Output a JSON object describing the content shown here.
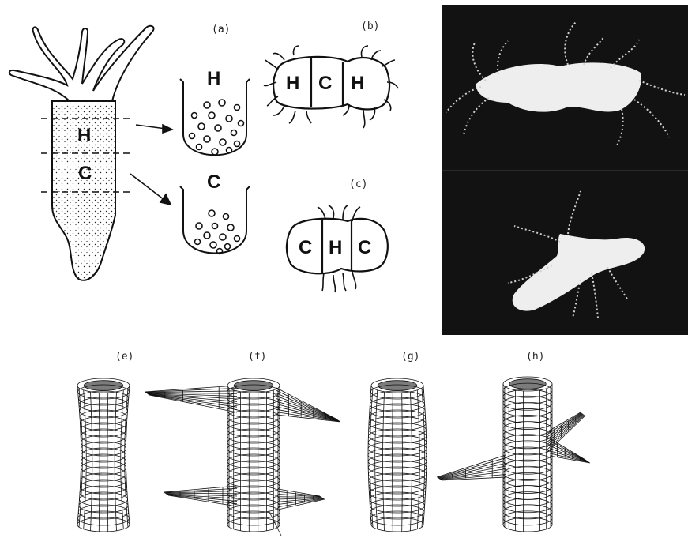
{
  "labels": {
    "a": "(a)",
    "b": "(b)",
    "c": "(c)",
    "e": "(e)",
    "f": "(f)",
    "g": "(g)",
    "h": "(h)"
  },
  "hydra": {
    "region_head": "H",
    "region_column": "C"
  },
  "tubes": {
    "head_tube": "H",
    "column_tube": "C"
  },
  "grafts": {
    "b": [
      "H",
      "C",
      "H"
    ],
    "c": [
      "C",
      "H",
      "C"
    ]
  },
  "colors": {
    "ink": "#111111",
    "photo_bg": "#121212",
    "tissue": "#f2f2f2"
  }
}
